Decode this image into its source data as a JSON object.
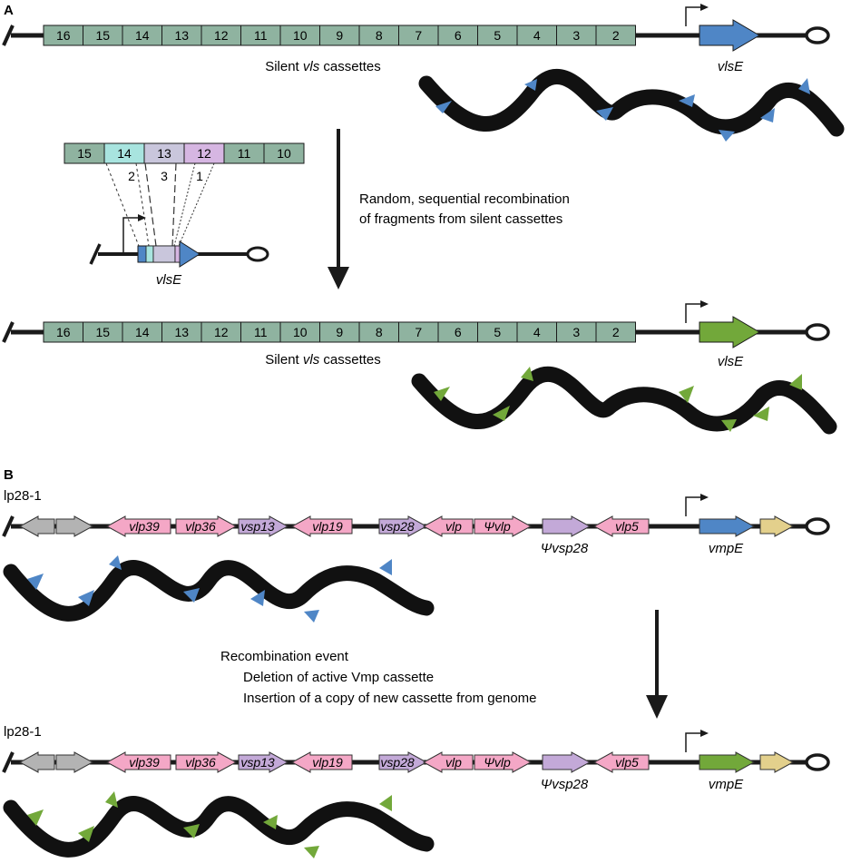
{
  "panel_labels": {
    "a": "A",
    "b": "B"
  },
  "colors": {
    "cassette_fill": "#8fb3a0",
    "chromosome": "#1a1a1a",
    "vlsE_blue": "#4f86c6",
    "vlsE_green": "#72a83a",
    "pink": "#f4a7c6",
    "lavender": "#c3a9d8",
    "gray": "#b3b3b3",
    "tan": "#e3d08c",
    "frag14": "#a8e4df",
    "frag13": "#c9c6dc",
    "frag12": "#d6b6e2"
  },
  "panel_a": {
    "cassette_numbers": [
      "16",
      "15",
      "14",
      "13",
      "12",
      "11",
      "10",
      "9",
      "8",
      "7",
      "6",
      "5",
      "4",
      "3",
      "2"
    ],
    "caption_prefix": "Silent ",
    "caption_italic": "vls",
    "caption_suffix": " cassettes",
    "gene_label": "vlsE",
    "inset_cassettes": [
      "15",
      "14",
      "13",
      "12",
      "11",
      "10"
    ],
    "inset_fragment_numbers": [
      "2",
      "3",
      "1"
    ],
    "inset_gene_label": "vlsE",
    "arrow_caption_line1": "Random, sequential recombination",
    "arrow_caption_line2": "of fragments from silent cassettes"
  },
  "panel_b": {
    "plasmid_label": "lp28-1",
    "genes_top": [
      "vlp39",
      "vlp36",
      "vsp13",
      "vlp19",
      "vsp28",
      "vlp",
      "Ψvlp",
      "vlp5"
    ],
    "gene_below": "Ψvsp28",
    "gene_label": "vmpE",
    "event_caption_line1": "Recombination event",
    "event_caption_line2": "Deletion of active Vmp cassette",
    "event_caption_line3": "Insertion of a copy of new cassette from genome"
  }
}
